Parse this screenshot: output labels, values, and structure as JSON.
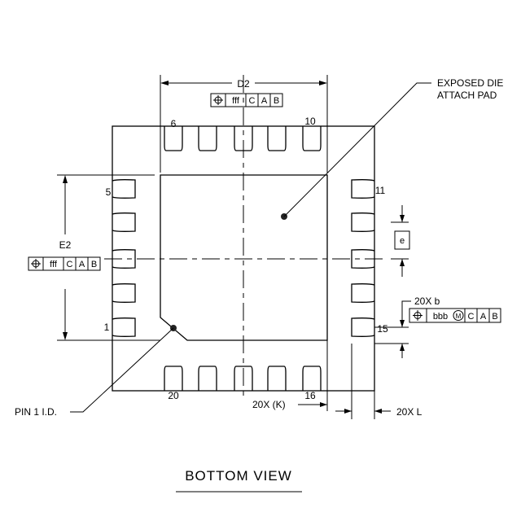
{
  "title": "BOTTOM VIEW",
  "dimensions": {
    "d2": "D2",
    "e2": "E2",
    "e": "e",
    "b": "20X  b",
    "k": "20X  (K)",
    "l": "20X  L"
  },
  "callouts": {
    "exposed_pad_line1": "EXPOSED DIE",
    "exposed_pad_line2": "ATTACH PAD",
    "pin1": "PIN 1 I.D."
  },
  "fcf_d2": [
    "fff",
    "C",
    "A",
    "B"
  ],
  "fcf_e2": [
    "fff",
    "C",
    "A",
    "B"
  ],
  "fcf_b": [
    "bbb",
    "M",
    "C",
    "A",
    "B"
  ],
  "pin_labels": {
    "p1": "1",
    "p5": "5",
    "p6": "6",
    "p10": "10",
    "p11": "11",
    "p15": "15",
    "p16": "16",
    "p20": "20"
  }
}
